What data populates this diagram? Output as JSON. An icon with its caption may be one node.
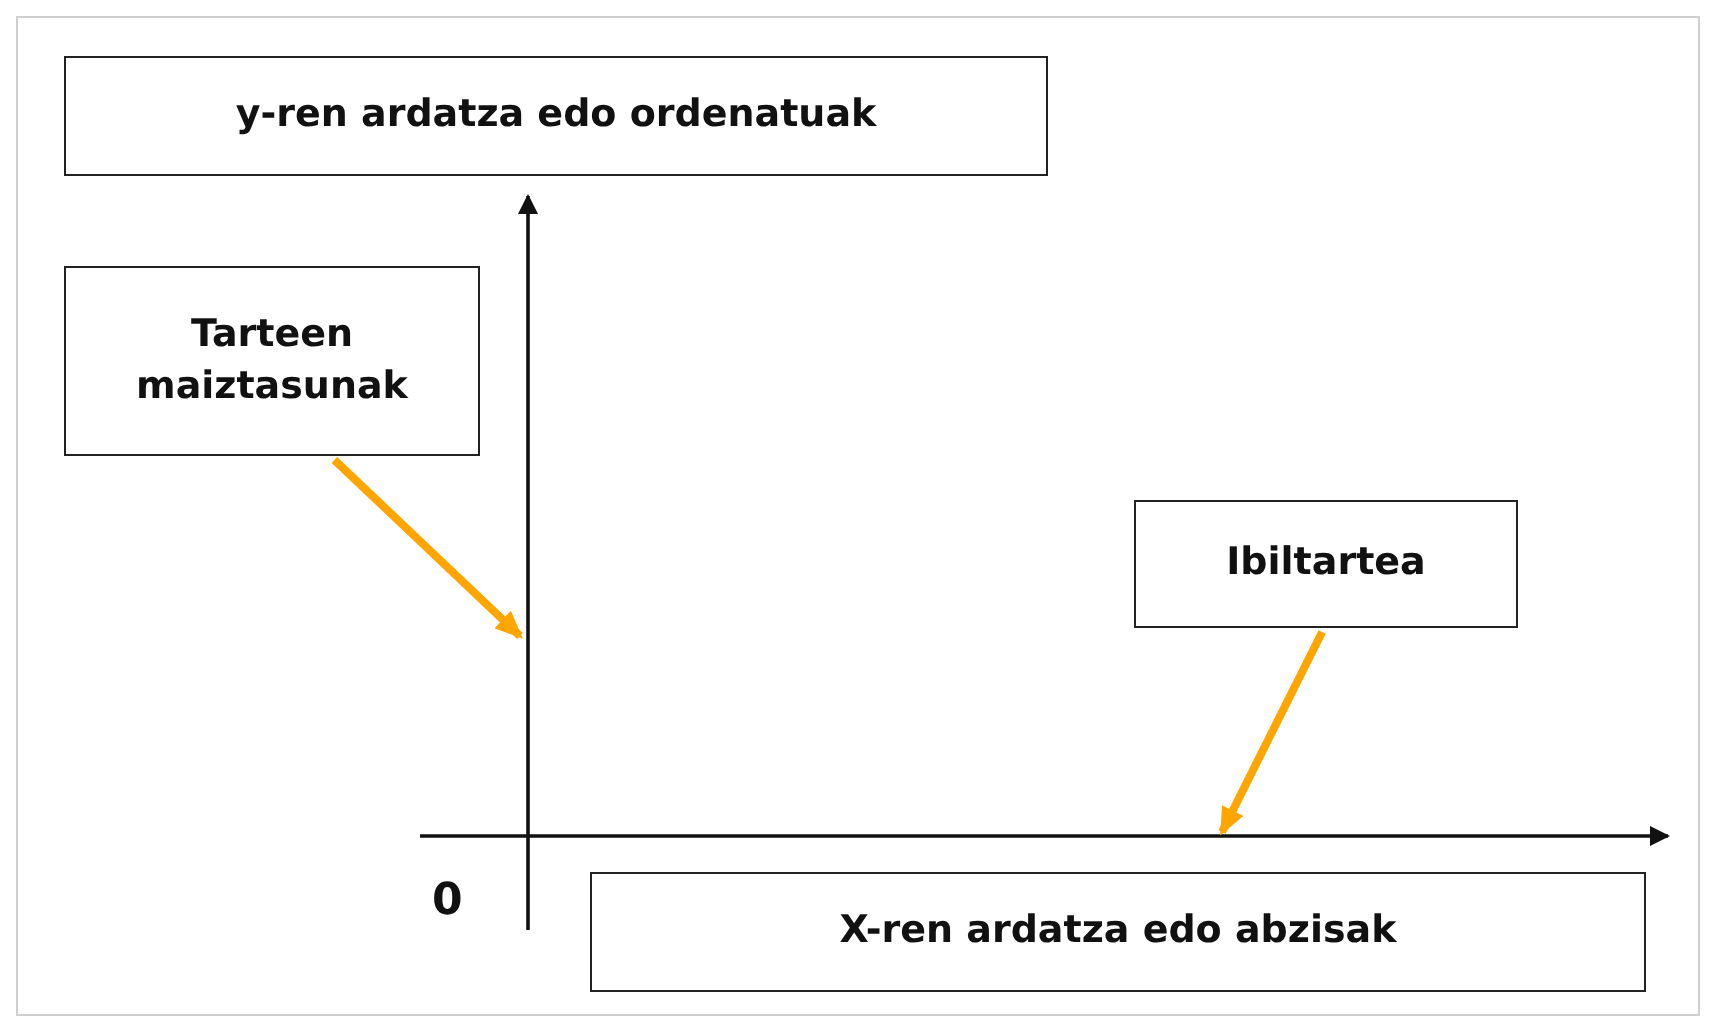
{
  "diagram": {
    "nodes": [
      {
        "text": [
          "y-ren ardatza edo ordenatuak"
        ]
      },
      {
        "text": [
          "Tarteen maiztasunak"
        ]
      },
      {
        "text": [
          "Ibiltartea"
        ]
      },
      {
        "text": [
          "X-ren ardatza edo abzisak"
        ]
      },
      {
        "text": [],
        "shape": "line"
      },
      {
        "text": [],
        "shape": "line"
      }
    ],
    "edges": [
      {
        "from": 1,
        "to": 4,
        "arrow": "to"
      },
      {
        "from": 2,
        "to": 5,
        "arrow": "to"
      }
    ],
    "labels": [
      "0"
    ]
  }
}
